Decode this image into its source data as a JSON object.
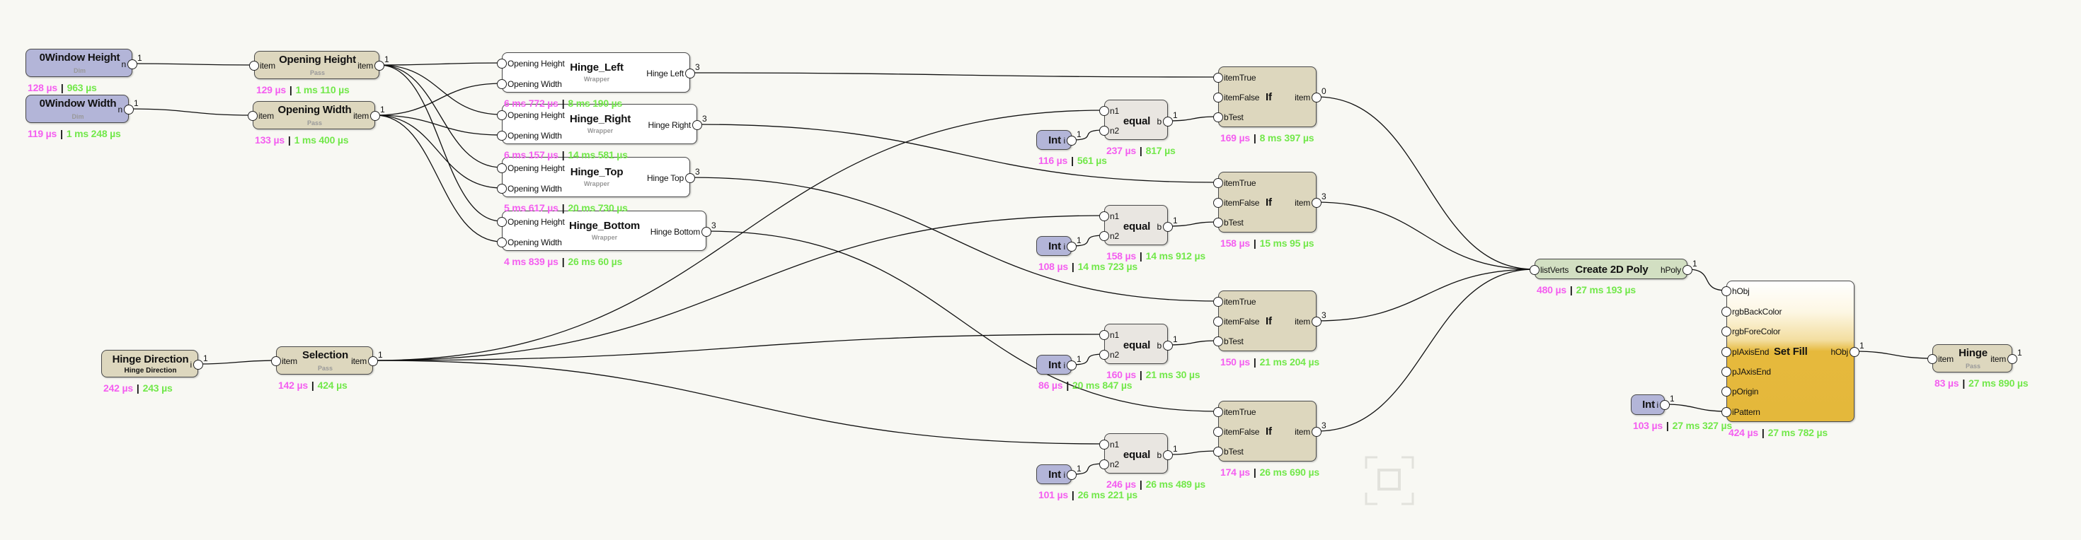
{
  "canvas": {
    "background": "#f8f8f3"
  },
  "colors": {
    "self_time": "#f45ef0",
    "total_time": "#72e84a",
    "dim_node": "#b3b5d8",
    "pass_node": "#ddd7be",
    "wrapper_node": "#ffffff",
    "poly_node": "#d2dfc2",
    "fill_node": "#e6b93c"
  },
  "separator": "|",
  "nodes": {
    "wh": {
      "title": "0Window Height",
      "subtitle": "Dim",
      "inputs": [],
      "outputs": [
        "n"
      ],
      "count": "1",
      "timing": {
        "self": "128 µs",
        "total": "963 µs"
      }
    },
    "ww": {
      "title": "0Window Width",
      "subtitle": "Dim",
      "inputs": [],
      "outputs": [
        "n"
      ],
      "count": "1",
      "timing": {
        "self": "119 µs",
        "total": "1 ms 248 µs"
      }
    },
    "oh": {
      "title": "Opening Height",
      "subtitle": "Pass",
      "inputs": [
        "item"
      ],
      "outputs": [
        "item"
      ],
      "count": "1",
      "timing": {
        "self": "129 µs",
        "total": "1 ms 110 µs"
      }
    },
    "ow": {
      "title": "Opening Width",
      "subtitle": "Pass",
      "inputs": [
        "item"
      ],
      "outputs": [
        "item"
      ],
      "count": "1",
      "timing": {
        "self": "133 µs",
        "total": "1 ms 400 µs"
      }
    },
    "hl": {
      "title": "Hinge_Left",
      "subtitle": "Wrapper",
      "inputs": [
        "Opening Height",
        "Opening Width"
      ],
      "outputs": [
        "Hinge Left"
      ],
      "count": "3",
      "timing": {
        "self": "6 ms 772 µs",
        "total": "8 ms 190 µs"
      }
    },
    "hr": {
      "title": "Hinge_Right",
      "subtitle": "Wrapper",
      "inputs": [
        "Opening Height",
        "Opening Width"
      ],
      "outputs": [
        "Hinge Right"
      ],
      "count": "3",
      "timing": {
        "self": "6 ms 157 µs",
        "total": "14 ms 581 µs"
      }
    },
    "ht": {
      "title": "Hinge_Top",
      "subtitle": "Wrapper",
      "inputs": [
        "Opening Height",
        "Opening Width"
      ],
      "outputs": [
        "Hinge Top"
      ],
      "count": "3",
      "timing": {
        "self": "5 ms 617 µs",
        "total": "20 ms 730 µs"
      }
    },
    "hb": {
      "title": "Hinge_Bottom",
      "subtitle": "Wrapper",
      "inputs": [
        "Opening Height",
        "Opening Width"
      ],
      "outputs": [
        "Hinge Bottom"
      ],
      "count": "3",
      "timing": {
        "self": "4 ms 839 µs",
        "total": "26 ms 60 µs"
      }
    },
    "hd": {
      "title": "Hinge Direction",
      "subtitle": "Hinge Direction",
      "inputs": [],
      "outputs": [
        "i"
      ],
      "count": "1",
      "timing": {
        "self": "242 µs",
        "total": "243 µs"
      }
    },
    "sel": {
      "title": "Selection",
      "subtitle": "Pass",
      "inputs": [
        "item"
      ],
      "outputs": [
        "item"
      ],
      "count": "1",
      "timing": {
        "self": "142 µs",
        "total": "424 µs"
      }
    },
    "int1": {
      "title": "Int",
      "inputs": [],
      "outputs": [
        "i"
      ],
      "count": "1",
      "timing": {
        "self": "116 µs",
        "total": "561 µs"
      }
    },
    "int2": {
      "title": "Int",
      "inputs": [],
      "outputs": [
        "i"
      ],
      "count": "1",
      "timing": {
        "self": "108 µs",
        "total": "14 ms 723 µs"
      }
    },
    "int3": {
      "title": "Int",
      "inputs": [],
      "outputs": [
        "i"
      ],
      "count": "1",
      "timing": {
        "self": "86 µs",
        "total": "20 ms 847 µs"
      }
    },
    "int4": {
      "title": "Int",
      "inputs": [],
      "outputs": [
        "i"
      ],
      "count": "1",
      "timing": {
        "self": "101 µs",
        "total": "26 ms 221 µs"
      }
    },
    "eq1": {
      "title": "equal",
      "inputs": [
        "n1",
        "n2"
      ],
      "outputs": [
        "b"
      ],
      "count": "1",
      "timing": {
        "self": "237 µs",
        "total": "817 µs"
      }
    },
    "eq2": {
      "title": "equal",
      "inputs": [
        "n1",
        "n2"
      ],
      "outputs": [
        "b"
      ],
      "count": "1",
      "timing": {
        "self": "158 µs",
        "total": "14 ms 912 µs"
      }
    },
    "eq3": {
      "title": "equal",
      "inputs": [
        "n1",
        "n2"
      ],
      "outputs": [
        "b"
      ],
      "count": "1",
      "timing": {
        "self": "160 µs",
        "total": "21 ms 30 µs"
      }
    },
    "eq4": {
      "title": "equal",
      "inputs": [
        "n1",
        "n2"
      ],
      "outputs": [
        "b"
      ],
      "count": "1",
      "timing": {
        "self": "246 µs",
        "total": "26 ms 489 µs"
      }
    },
    "if1": {
      "title": "If",
      "inputs": [
        "itemTrue",
        "itemFalse",
        "bTest"
      ],
      "outputs": [
        "item"
      ],
      "count": "0",
      "timing": {
        "self": "169 µs",
        "total": "8 ms 397 µs"
      }
    },
    "if2": {
      "title": "If",
      "inputs": [
        "itemTrue",
        "itemFalse",
        "bTest"
      ],
      "outputs": [
        "item"
      ],
      "count": "3",
      "timing": {
        "self": "158 µs",
        "total": "15 ms 95 µs"
      }
    },
    "if3": {
      "title": "If",
      "inputs": [
        "itemTrue",
        "itemFalse",
        "bTest"
      ],
      "outputs": [
        "item"
      ],
      "count": "3",
      "timing": {
        "self": "150 µs",
        "total": "21 ms 204 µs"
      }
    },
    "if4": {
      "title": "If",
      "inputs": [
        "itemTrue",
        "itemFalse",
        "bTest"
      ],
      "outputs": [
        "item"
      ],
      "count": "3",
      "timing": {
        "self": "174 µs",
        "total": "26 ms 690 µs"
      }
    },
    "c2d": {
      "title": "Create 2D Poly",
      "inputs": [
        "listVerts"
      ],
      "outputs": [
        "hPoly"
      ],
      "count": "1",
      "timing": {
        "self": "480 µs",
        "total": "27 ms 193 µs"
      }
    },
    "int5": {
      "title": "Int",
      "inputs": [],
      "outputs": [
        "i"
      ],
      "count": "1",
      "timing": {
        "self": "103 µs",
        "total": "27 ms 327 µs"
      }
    },
    "sf": {
      "title": "Set Fill",
      "inputs": [
        "hObj",
        "rgbBackColor",
        "rgbForeColor",
        "pIAxisEnd",
        "pJAxisEnd",
        "pOrigin",
        "iPattern"
      ],
      "outputs": [
        "hObj"
      ],
      "count": "1",
      "timing": {
        "self": "424 µs",
        "total": "27 ms 782 µs"
      }
    },
    "hp": {
      "title": "Hinge",
      "subtitle": "Pass",
      "inputs": [
        "item"
      ],
      "outputs": [
        "item"
      ],
      "count": "1",
      "timing": {
        "self": "83 µs",
        "total": "27 ms 890 µs"
      }
    }
  }
}
